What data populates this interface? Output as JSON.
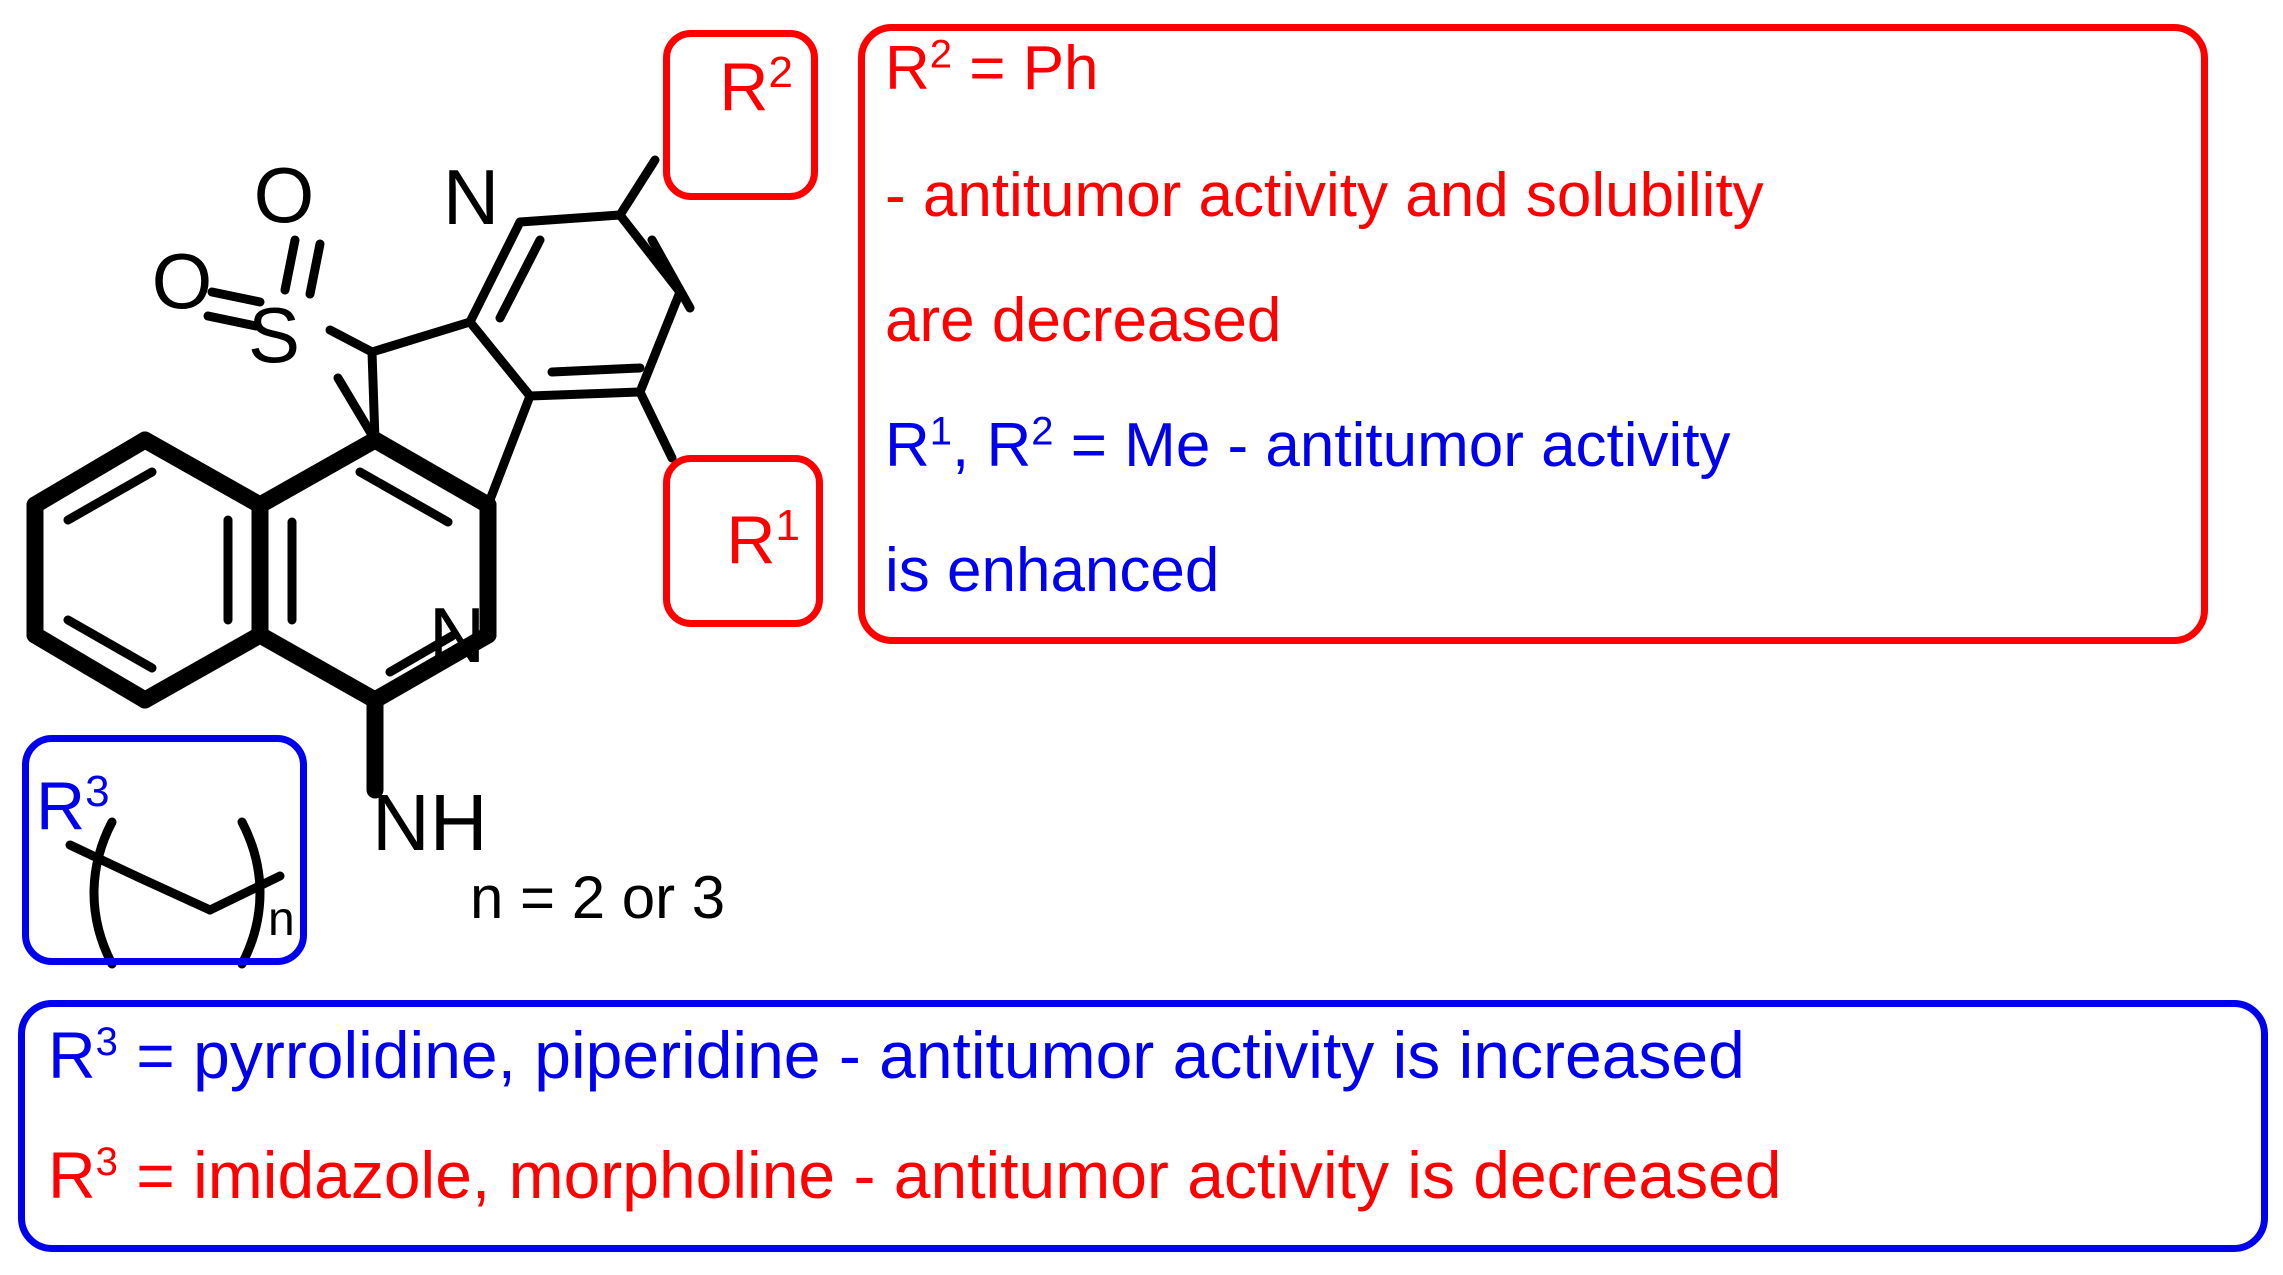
{
  "figure": {
    "type": "chemical-structure-annotation",
    "background": "#ffffff",
    "accent_red": "#ff0000",
    "accent_blue": "#0000ee"
  },
  "molecule": {
    "name": "isoquinoline-fused thieno[2,3-b]pyridine S,S-dioxide scaffold",
    "atom_labels": {
      "o_top": "O",
      "o_left": "O",
      "s": "S",
      "n_pyridine": "N",
      "n_isoquinoline": "N",
      "nh": "NH"
    },
    "chain_note": "n = 2 or 3",
    "chain_subscript": "n"
  },
  "chips": {
    "r2": {
      "label": "R",
      "sup": "2",
      "color": "#ff0000"
    },
    "r1": {
      "label": "R",
      "sup": "1",
      "color": "#ff0000"
    },
    "r3": {
      "label": "R",
      "sup": "3",
      "color": "#0000ee"
    }
  },
  "top_box": {
    "border_color": "#ff0000",
    "lines": [
      {
        "id": "l1",
        "color": "#ff0000",
        "pre": "R",
        "sup": "2",
        "post": " = Ph"
      },
      {
        "id": "l2",
        "color": "#ff0000",
        "pre": "",
        "sup": "",
        "post": "- antitumor activity and solubility"
      },
      {
        "id": "l3",
        "color": "#ff0000",
        "pre": "",
        "sup": "",
        "post": "are decreased"
      },
      {
        "id": "l4",
        "color": "#0000ee",
        "pre": "R",
        "sup": "1",
        "post": "",
        "pre2": ", R",
        "sup2": "2",
        "post2": " = Me - antitumor activity"
      },
      {
        "id": "l5",
        "color": "#0000ee",
        "pre": "",
        "sup": "",
        "post": "is enhanced"
      }
    ]
  },
  "bottom_box": {
    "border_color": "#0000ee",
    "lines": [
      {
        "id": "b1",
        "color": "#0000ee",
        "pre": "R",
        "sup": "3",
        "post": " = pyrrolidine, piperidine - antitumor activity is increased"
      },
      {
        "id": "b2",
        "color": "#ff0000",
        "pre": "R",
        "sup": "3",
        "post": " = imidazole, morpholine - antitumor activity is decreased"
      }
    ]
  }
}
